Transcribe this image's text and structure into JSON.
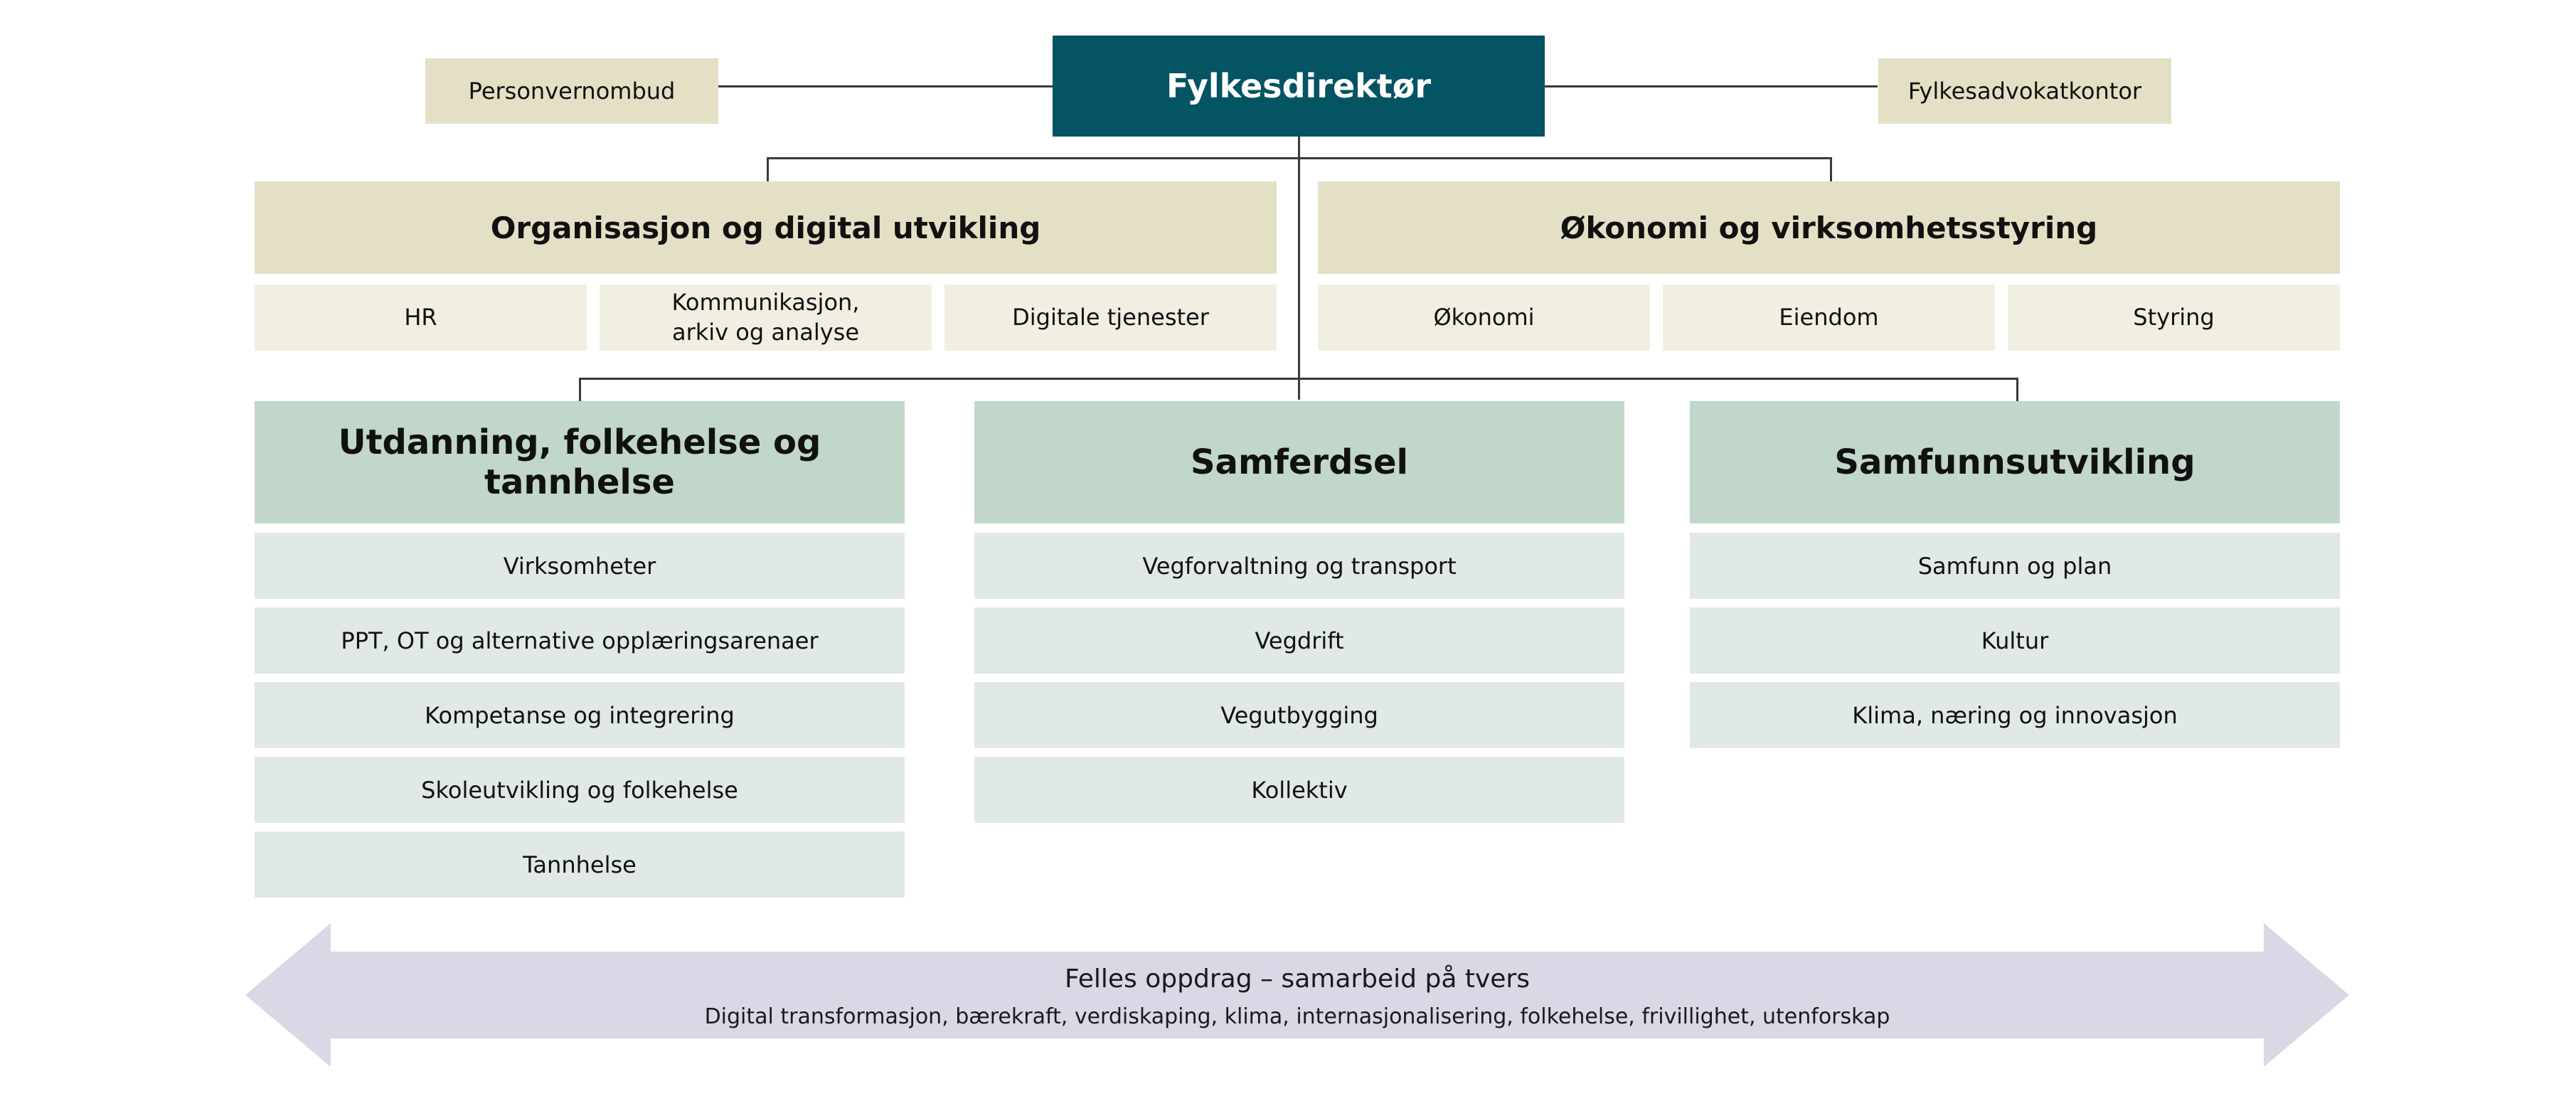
{
  "director": "Fylkesdirektør",
  "staff": {
    "left": "Personvernombud",
    "right": "Fylkesadvokatkontor"
  },
  "units": [
    {
      "title": "Organisasjon og digital utvikling",
      "subs": [
        "HR",
        "Kommunikasjon,\narkiv og analyse",
        "Digitale tjenester"
      ]
    },
    {
      "title": "Økonomi og virksomhetsstyring",
      "subs": [
        "Økonomi",
        "Eiendom",
        "Styring"
      ]
    }
  ],
  "departments": [
    {
      "title": "Utdanning, folkehelse og tannhelse",
      "items": [
        "Virksomheter",
        "PPT, OT og alternative opplæringsarenaer",
        "Kompetanse og integrering",
        "Skoleutvikling og folkehelse",
        "Tannhelse"
      ]
    },
    {
      "title": "Samferdsel",
      "items": [
        "Vegforvaltning og transport",
        "Vegdrift",
        "Vegutbygging",
        "Kollektiv"
      ]
    },
    {
      "title": "Samfunnsutvikling",
      "items": [
        "Samfunn og plan",
        "Kultur",
        "Klima, næring og innovasjon"
      ]
    }
  ],
  "shared": {
    "title": "Felles oppdrag – samarbeid på tvers",
    "subtitle": "Digital transformasjon, bærekraft, verdiskaping, klima, internasjonalisering, folkehelse, frivillighet, utenforskap"
  },
  "colors": {
    "director": "#045463",
    "staff": "#e3e0c5",
    "unit_sub": "#f1efe2",
    "dept_head": "#c1d7c9",
    "dept_sub": "#e0e9e3",
    "arrow": "#d9d9e5"
  }
}
